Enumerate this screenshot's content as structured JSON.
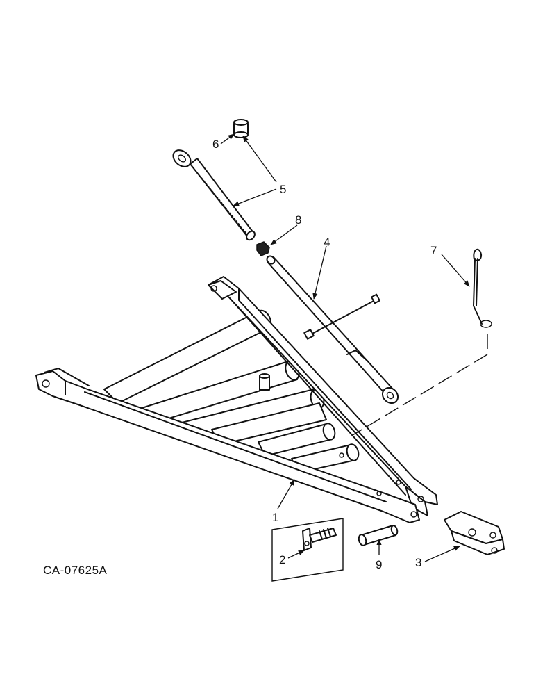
{
  "diagram": {
    "code": "CA-07625A",
    "callouts": [
      {
        "id": "1",
        "text": "1"
      },
      {
        "id": "2",
        "text": "2"
      },
      {
        "id": "3",
        "text": "3"
      },
      {
        "id": "4",
        "text": "4"
      },
      {
        "id": "5",
        "text": "5"
      },
      {
        "id": "6",
        "text": "6"
      },
      {
        "id": "7",
        "text": "7"
      },
      {
        "id": "8",
        "text": "8"
      },
      {
        "id": "9",
        "text": "9"
      }
    ]
  }
}
